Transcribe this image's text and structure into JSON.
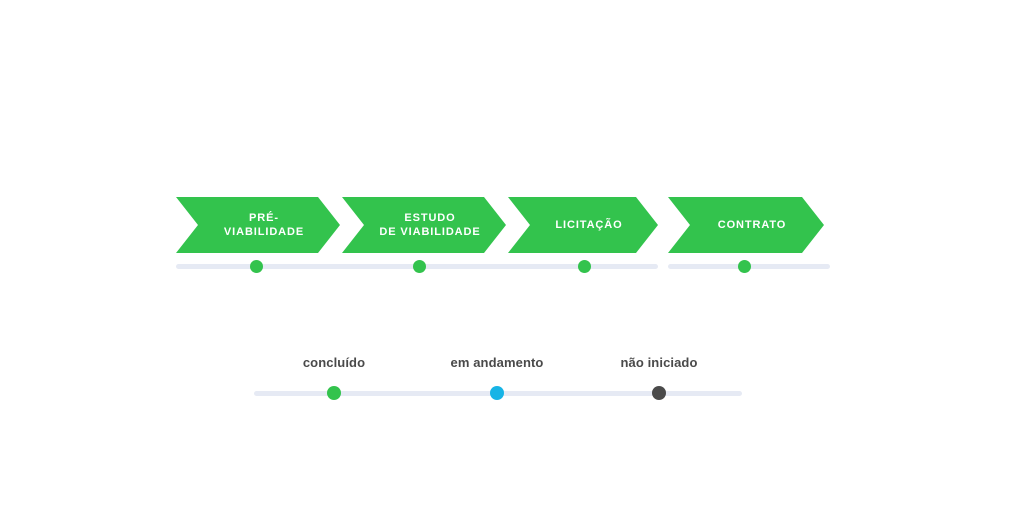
{
  "palette": {
    "stage_green": "#33c34d",
    "track_grey": "#e6eaf4",
    "legend_done": "#33c34d",
    "legend_in_progress": "#17b4e6",
    "legend_not_started": "#4a4a4a",
    "label_text": "#4a4a4a",
    "chevron_text": "#ffffff",
    "background": "#ffffff"
  },
  "stages": {
    "items": [
      {
        "label": "PRÉ-\nVIABILIDADE",
        "status": "concluído",
        "dot_color": "#33c34d"
      },
      {
        "label": "ESTUDO\nDE VIABILIDADE",
        "status": "concluído",
        "dot_color": "#33c34d"
      },
      {
        "label": "LICITAÇÃO",
        "status": "concluído",
        "dot_color": "#33c34d"
      },
      {
        "label": "CONTRATO",
        "status": "concluído",
        "dot_color": "#33c34d"
      }
    ]
  },
  "legend": {
    "items": [
      {
        "label": "concluído",
        "color": "#33c34d"
      },
      {
        "label": "em andamento",
        "color": "#17b4e6"
      },
      {
        "label": "não iniciado",
        "color": "#4a4a4a"
      }
    ]
  }
}
